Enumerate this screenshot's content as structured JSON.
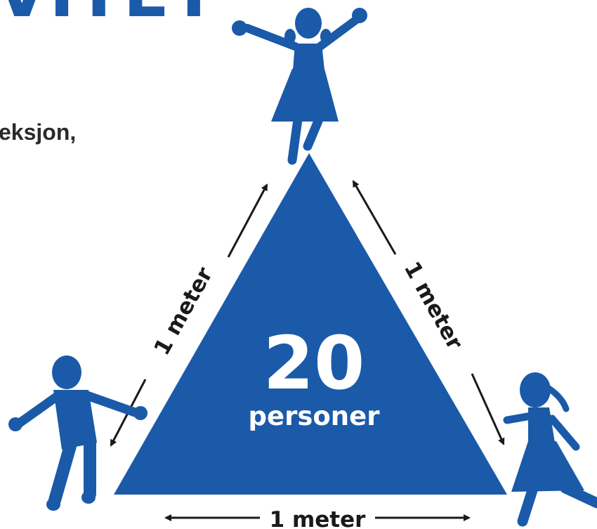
{
  "colors": {
    "brand_blue": "#1a5aa8",
    "text_dark": "#2a2a2a",
    "arrow": "#1a1a1a",
    "background": "#ffffff"
  },
  "header": {
    "title_fragment": "VITET",
    "body_fragment": "eksjon,"
  },
  "triangle": {
    "count": "20",
    "unit": "personer"
  },
  "distances": {
    "left": "1 meter",
    "right": "1 meter",
    "bottom": "1 meter"
  },
  "figures": [
    "girl-arms-raised-silhouette",
    "boy-jumping-silhouette",
    "girl-running-silhouette"
  ]
}
